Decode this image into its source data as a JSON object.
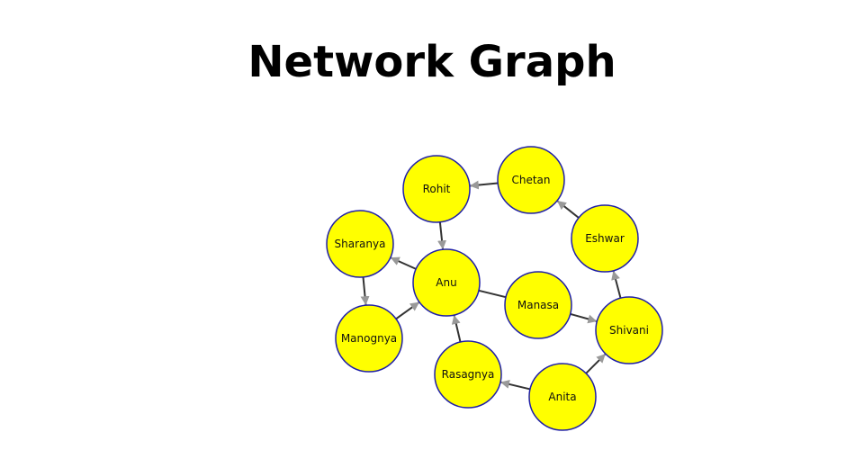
{
  "title": "Network Graph",
  "colors": {
    "node_fill": "#ffff00",
    "node_stroke": "#1f1fa8",
    "edge": "#333333",
    "arrow": "#999999"
  },
  "nodes": [
    {
      "id": "rohit",
      "label": "Rohit"
    },
    {
      "id": "chetan",
      "label": "Chetan"
    },
    {
      "id": "sharanya",
      "label": "Sharanya"
    },
    {
      "id": "eshwar",
      "label": "Eshwar"
    },
    {
      "id": "anu",
      "label": "Anu"
    },
    {
      "id": "manasa",
      "label": "Manasa"
    },
    {
      "id": "manognya",
      "label": "Manognya"
    },
    {
      "id": "shivani",
      "label": "Shivani"
    },
    {
      "id": "rasagnya",
      "label": "Rasagnya"
    },
    {
      "id": "anita",
      "label": "Anita"
    }
  ],
  "edges": [
    {
      "from": "chetan",
      "to": "rohit",
      "directed": true
    },
    {
      "from": "rohit",
      "to": "anu",
      "directed": true
    },
    {
      "from": "anu",
      "to": "sharanya",
      "directed": true
    },
    {
      "from": "sharanya",
      "to": "manognya",
      "directed": true
    },
    {
      "from": "manognya",
      "to": "anu",
      "directed": true
    },
    {
      "from": "rasagnya",
      "to": "anu",
      "directed": true
    },
    {
      "from": "anu",
      "to": "manasa",
      "directed": false
    },
    {
      "from": "manasa",
      "to": "shivani",
      "directed": true
    },
    {
      "from": "shivani",
      "to": "eshwar",
      "directed": true
    },
    {
      "from": "eshwar",
      "to": "chetan",
      "directed": true
    },
    {
      "from": "anita",
      "to": "shivani",
      "directed": true
    },
    {
      "from": "anita",
      "to": "rasagnya",
      "directed": true
    }
  ]
}
